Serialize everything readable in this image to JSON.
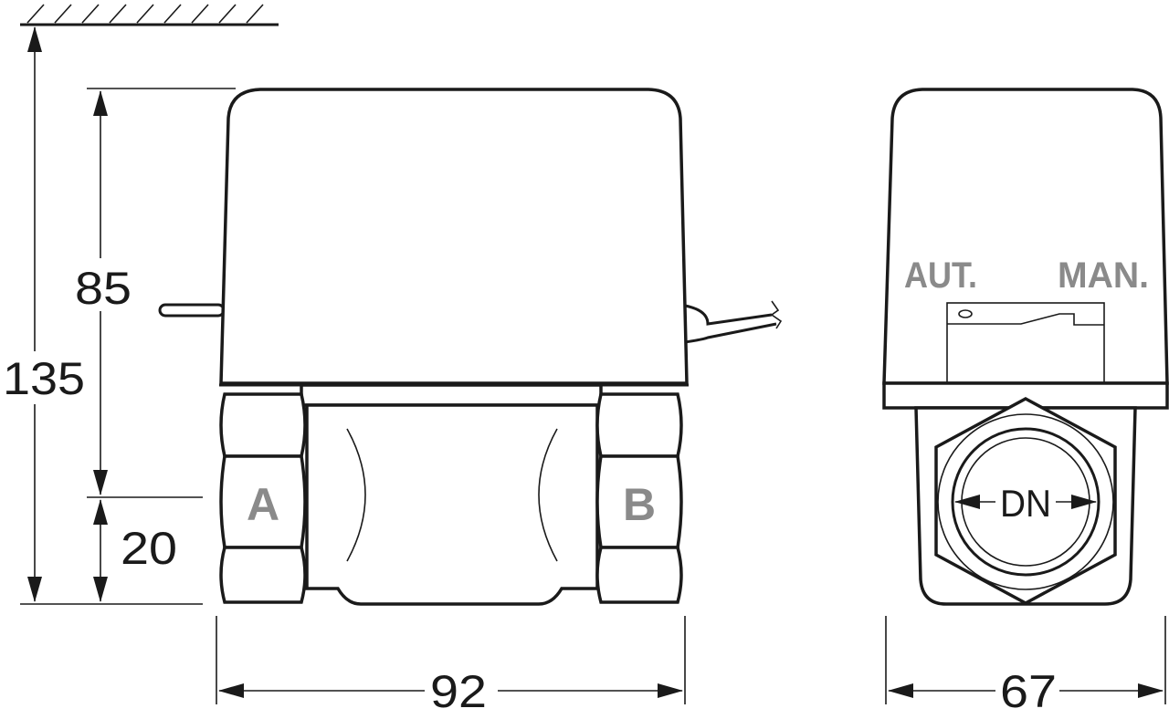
{
  "dimensions": {
    "total_height": "135",
    "actuator_height": "85",
    "pipe_center_height": "20",
    "body_length": "92",
    "body_width": "67"
  },
  "labels": {
    "port_a": "A",
    "port_b": "B",
    "auto_mode": "AUT.",
    "manual_mode": "MAN.",
    "nominal_diameter": "DN"
  },
  "colors": {
    "line": "#1a1a1a",
    "label_gray": "#8a8a8a"
  }
}
